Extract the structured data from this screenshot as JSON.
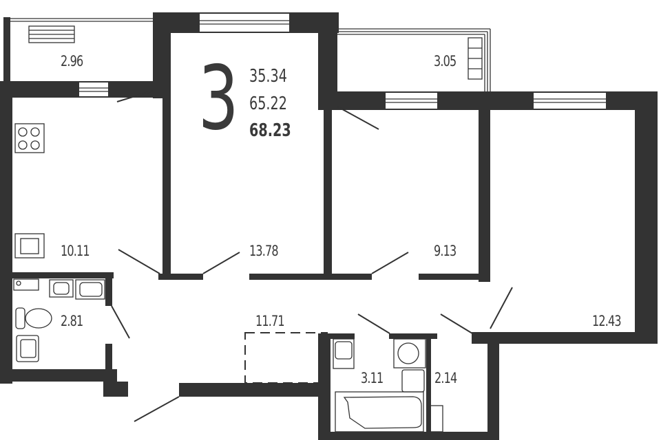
{
  "apartment": {
    "rooms_count": "3",
    "living_area": "35.34",
    "total_area": "65.22",
    "total_area_with_balconies": "68.23"
  },
  "rooms": [
    {
      "name": "balcony-left",
      "area": "2.96"
    },
    {
      "name": "balcony-right",
      "area": "3.05"
    },
    {
      "name": "kitchen",
      "area": "10.11"
    },
    {
      "name": "living-room-center",
      "area": "13.78"
    },
    {
      "name": "bedroom-small",
      "area": "9.13"
    },
    {
      "name": "toilet",
      "area": "2.81"
    },
    {
      "name": "hallway",
      "area": "11.71"
    },
    {
      "name": "bedroom-large",
      "area": "12.43"
    },
    {
      "name": "bathroom",
      "area": "3.11"
    },
    {
      "name": "laundry",
      "area": "2.14"
    }
  ],
  "colors": {
    "wall": "#333333",
    "background": "#ffffff"
  }
}
